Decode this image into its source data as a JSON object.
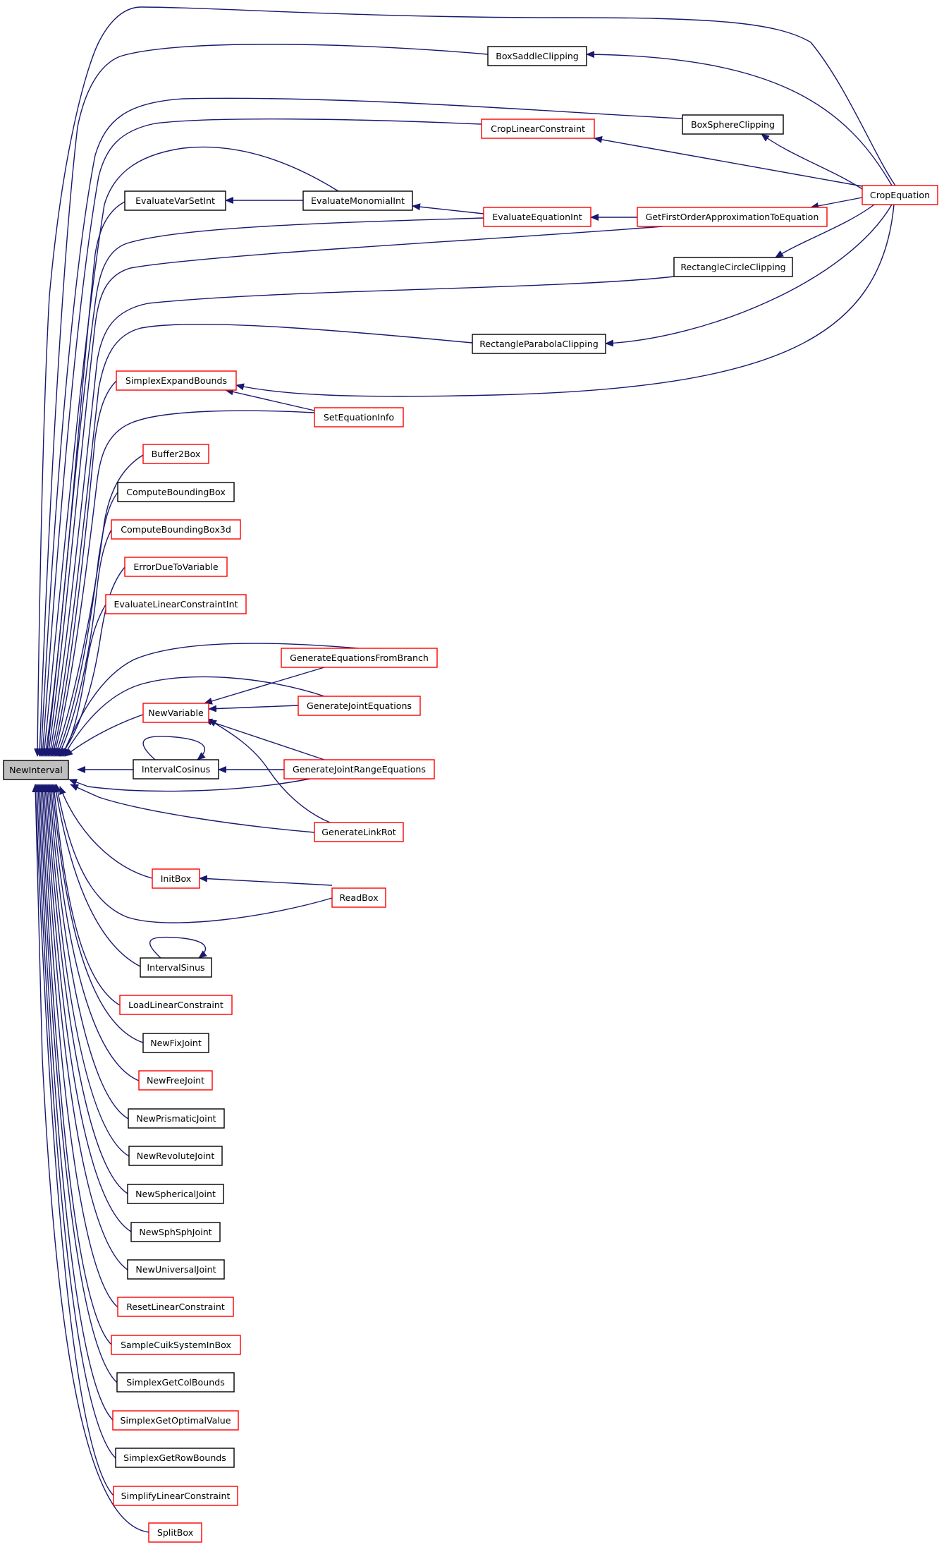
{
  "graph": {
    "root": "NewInterval",
    "colors": {
      "edge": "#191970",
      "root_fill": "#bfbfbf",
      "border_documented": "#000000",
      "border_undocumented": "#ff0000",
      "background": "#ffffff"
    },
    "nodes": [
      {
        "id": "NewInterval",
        "label": "NewInterval"
      },
      {
        "id": "CropEquation",
        "label": "CropEquation"
      },
      {
        "id": "BoxSaddleClipping",
        "label": "BoxSaddleClipping"
      },
      {
        "id": "BoxSphereClipping",
        "label": "BoxSphereClipping"
      },
      {
        "id": "CropLinearConstraint",
        "label": "CropLinearConstraint"
      },
      {
        "id": "EvaluateVarSetInt",
        "label": "EvaluateVarSetInt"
      },
      {
        "id": "EvaluateMonomialInt",
        "label": "EvaluateMonomialInt"
      },
      {
        "id": "EvaluateEquationInt",
        "label": "EvaluateEquationInt"
      },
      {
        "id": "GetFirstOrderApproximationToEquation",
        "label": "GetFirstOrderApproximationToEquation"
      },
      {
        "id": "RectangleCircleClipping",
        "label": "RectangleCircleClipping"
      },
      {
        "id": "RectangleParabolaClipping",
        "label": "RectangleParabolaClipping"
      },
      {
        "id": "SimplexExpandBounds",
        "label": "SimplexExpandBounds"
      },
      {
        "id": "SetEquationInfo",
        "label": "SetEquationInfo"
      },
      {
        "id": "Buffer2Box",
        "label": "Buffer2Box"
      },
      {
        "id": "ComputeBoundingBox",
        "label": "ComputeBoundingBox"
      },
      {
        "id": "ComputeBoundingBox3d",
        "label": "ComputeBoundingBox3d"
      },
      {
        "id": "ErrorDueToVariable",
        "label": "ErrorDueToVariable"
      },
      {
        "id": "EvaluateLinearConstraintInt",
        "label": "EvaluateLinearConstraintInt"
      },
      {
        "id": "GenerateEquationsFromBranch",
        "label": "GenerateEquationsFromBranch"
      },
      {
        "id": "NewVariable",
        "label": "NewVariable"
      },
      {
        "id": "GenerateJointEquations",
        "label": "GenerateJointEquations"
      },
      {
        "id": "IntervalCosinus",
        "label": "IntervalCosinus"
      },
      {
        "id": "GenerateJointRangeEquations",
        "label": "GenerateJointRangeEquations"
      },
      {
        "id": "GenerateLinkRot",
        "label": "GenerateLinkRot"
      },
      {
        "id": "InitBox",
        "label": "InitBox"
      },
      {
        "id": "ReadBox",
        "label": "ReadBox"
      },
      {
        "id": "IntervalSinus",
        "label": "IntervalSinus"
      },
      {
        "id": "LoadLinearConstraint",
        "label": "LoadLinearConstraint"
      },
      {
        "id": "NewFixJoint",
        "label": "NewFixJoint"
      },
      {
        "id": "NewFreeJoint",
        "label": "NewFreeJoint"
      },
      {
        "id": "NewPrismaticJoint",
        "label": "NewPrismaticJoint"
      },
      {
        "id": "NewRevoluteJoint",
        "label": "NewRevoluteJoint"
      },
      {
        "id": "NewSphericalJoint",
        "label": "NewSphericalJoint"
      },
      {
        "id": "NewSphSphJoint",
        "label": "NewSphSphJoint"
      },
      {
        "id": "NewUniversalJoint",
        "label": "NewUniversalJoint"
      },
      {
        "id": "ResetLinearConstraint",
        "label": "ResetLinearConstraint"
      },
      {
        "id": "SampleCuikSystemInBox",
        "label": "SampleCuikSystemInBox"
      },
      {
        "id": "SimplexGetColBounds",
        "label": "SimplexGetColBounds"
      },
      {
        "id": "SimplexGetOptimalValue",
        "label": "SimplexGetOptimalValue"
      },
      {
        "id": "SimplexGetRowBounds",
        "label": "SimplexGetRowBounds"
      },
      {
        "id": "SimplifyLinearConstraint",
        "label": "SimplifyLinearConstraint"
      },
      {
        "id": "SplitBox",
        "label": "SplitBox"
      }
    ],
    "edges": [
      {
        "from": "CropEquation",
        "to": "NewInterval"
      },
      {
        "from": "BoxSaddleClipping",
        "to": "NewInterval"
      },
      {
        "from": "BoxSphereClipping",
        "to": "NewInterval"
      },
      {
        "from": "CropLinearConstraint",
        "to": "NewInterval"
      },
      {
        "from": "EvaluateMonomialInt",
        "to": "NewInterval"
      },
      {
        "from": "EvaluateVarSetInt",
        "to": "NewInterval"
      },
      {
        "from": "EvaluateEquationInt",
        "to": "NewInterval"
      },
      {
        "from": "GetFirstOrderApproximationToEquation",
        "to": "NewInterval"
      },
      {
        "from": "RectangleCircleClipping",
        "to": "NewInterval"
      },
      {
        "from": "RectangleParabolaClipping",
        "to": "NewInterval"
      },
      {
        "from": "SimplexExpandBounds",
        "to": "NewInterval"
      },
      {
        "from": "SetEquationInfo",
        "to": "NewInterval"
      },
      {
        "from": "Buffer2Box",
        "to": "NewInterval"
      },
      {
        "from": "ComputeBoundingBox",
        "to": "NewInterval"
      },
      {
        "from": "ComputeBoundingBox3d",
        "to": "NewInterval"
      },
      {
        "from": "ErrorDueToVariable",
        "to": "NewInterval"
      },
      {
        "from": "EvaluateLinearConstraintInt",
        "to": "NewInterval"
      },
      {
        "from": "GenerateEquationsFromBranch",
        "to": "NewInterval"
      },
      {
        "from": "GenerateJointEquations",
        "to": "NewInterval"
      },
      {
        "from": "NewVariable",
        "to": "NewInterval"
      },
      {
        "from": "IntervalCosinus",
        "to": "NewInterval"
      },
      {
        "from": "GenerateJointRangeEquations",
        "to": "NewInterval"
      },
      {
        "from": "GenerateLinkRot",
        "to": "NewInterval"
      },
      {
        "from": "InitBox",
        "to": "NewInterval"
      },
      {
        "from": "ReadBox",
        "to": "NewInterval"
      },
      {
        "from": "IntervalSinus",
        "to": "NewInterval"
      },
      {
        "from": "LoadLinearConstraint",
        "to": "NewInterval"
      },
      {
        "from": "NewFixJoint",
        "to": "NewInterval"
      },
      {
        "from": "NewFreeJoint",
        "to": "NewInterval"
      },
      {
        "from": "NewPrismaticJoint",
        "to": "NewInterval"
      },
      {
        "from": "NewRevoluteJoint",
        "to": "NewInterval"
      },
      {
        "from": "NewSphericalJoint",
        "to": "NewInterval"
      },
      {
        "from": "NewSphSphJoint",
        "to": "NewInterval"
      },
      {
        "from": "NewUniversalJoint",
        "to": "NewInterval"
      },
      {
        "from": "ResetLinearConstraint",
        "to": "NewInterval"
      },
      {
        "from": "SampleCuikSystemInBox",
        "to": "NewInterval"
      },
      {
        "from": "SimplexGetColBounds",
        "to": "NewInterval"
      },
      {
        "from": "SimplexGetOptimalValue",
        "to": "NewInterval"
      },
      {
        "from": "SimplexGetRowBounds",
        "to": "NewInterval"
      },
      {
        "from": "SimplifyLinearConstraint",
        "to": "NewInterval"
      },
      {
        "from": "SplitBox",
        "to": "NewInterval"
      },
      {
        "from": "CropEquation",
        "to": "BoxSaddleClipping"
      },
      {
        "from": "CropEquation",
        "to": "BoxSphereClipping"
      },
      {
        "from": "CropEquation",
        "to": "CropLinearConstraint"
      },
      {
        "from": "CropEquation",
        "to": "GetFirstOrderApproximationToEquation"
      },
      {
        "from": "CropEquation",
        "to": "RectangleCircleClipping"
      },
      {
        "from": "CropEquation",
        "to": "RectangleParabolaClipping"
      },
      {
        "from": "CropEquation",
        "to": "SimplexExpandBounds"
      },
      {
        "from": "EvaluateMonomialInt",
        "to": "EvaluateVarSetInt"
      },
      {
        "from": "EvaluateEquationInt",
        "to": "EvaluateMonomialInt"
      },
      {
        "from": "GetFirstOrderApproximationToEquation",
        "to": "EvaluateEquationInt"
      },
      {
        "from": "SetEquationInfo",
        "to": "SimplexExpandBounds"
      },
      {
        "from": "GenerateEquationsFromBranch",
        "to": "NewVariable"
      },
      {
        "from": "GenerateJointEquations",
        "to": "NewVariable"
      },
      {
        "from": "GenerateJointRangeEquations",
        "to": "NewVariable"
      },
      {
        "from": "GenerateLinkRot",
        "to": "NewVariable"
      },
      {
        "from": "IntervalCosinus",
        "to": "IntervalCosinus"
      },
      {
        "from": "GenerateJointRangeEquations",
        "to": "IntervalCosinus"
      },
      {
        "from": "ReadBox",
        "to": "InitBox"
      },
      {
        "from": "IntervalSinus",
        "to": "IntervalSinus"
      }
    ]
  }
}
